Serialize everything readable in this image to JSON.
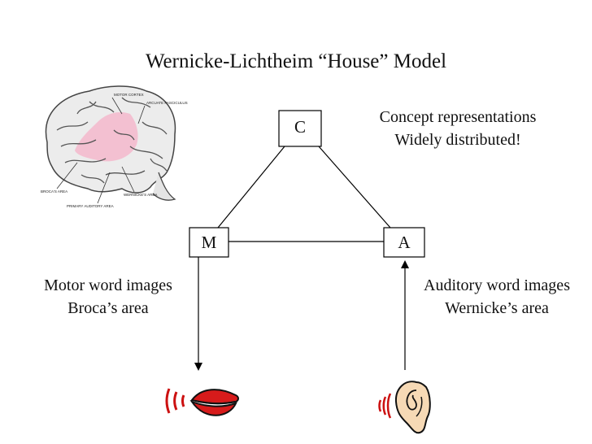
{
  "title": "Wernicke-Lichtheim “House” Model",
  "nodes": {
    "concept": "C",
    "motor": "M",
    "auditory": "A"
  },
  "captions": {
    "concept": [
      "Concept representations",
      "Widely distributed!"
    ],
    "motor": [
      "Motor word images",
      "Broca’s area"
    ],
    "auditory": [
      "Auditory word images",
      "Wernicke’s area"
    ]
  },
  "brain_labels": {
    "motor_cortex": "MOTOR CORTEX",
    "arcuate": "ARCUATE FASCICULUS",
    "broca": "BROCA'S AREA",
    "primary_auditory": "PRIMARY AUDITORY AREA",
    "wernicke": "WERNICKE'S AREA"
  },
  "colors": {
    "highlight": "#f4b8cc",
    "sound_waves": "#cc1111",
    "ear_fill": "#f6d9b5"
  }
}
